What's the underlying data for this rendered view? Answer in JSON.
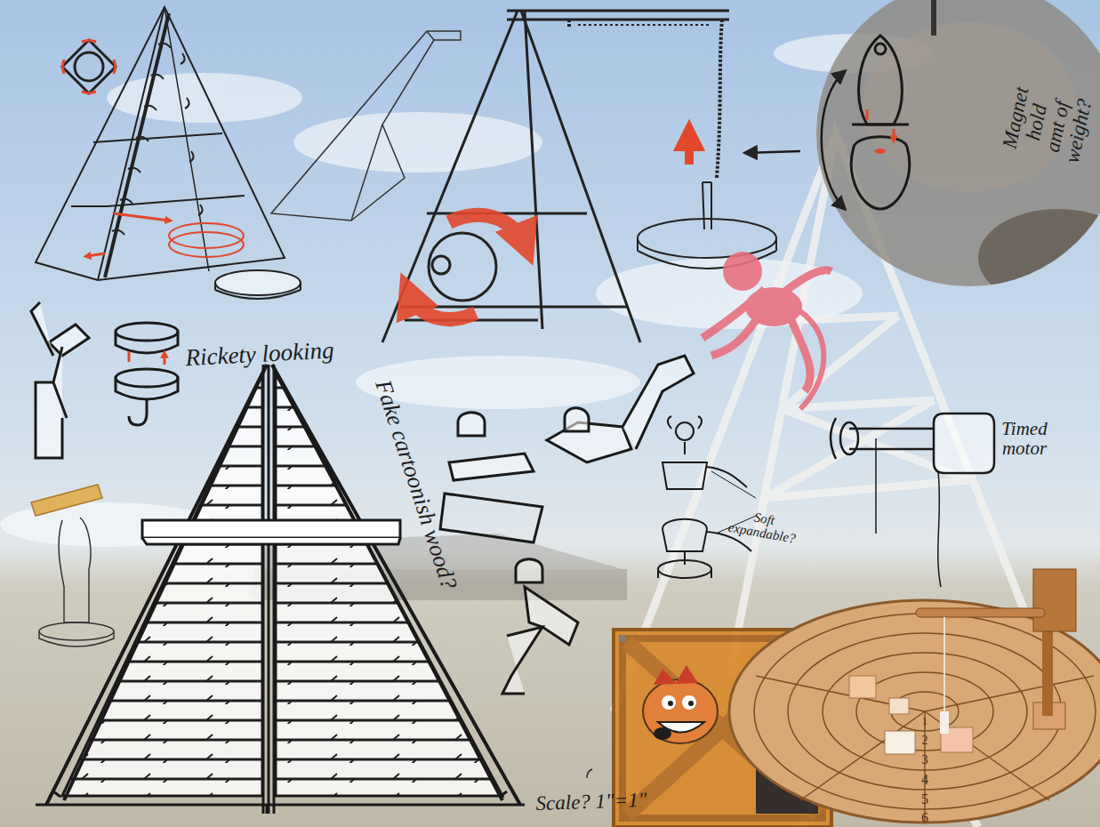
{
  "diagram": {
    "labels": [
      "Rickety looking",
      "Fake cartoonish wood?",
      "Magnet hold amt of weight?",
      "Timed motor",
      "Soft expandable?",
      "Scale? 1\"=1\"",
      "1",
      "2",
      "3",
      "4",
      "5",
      "6"
    ]
  }
}
